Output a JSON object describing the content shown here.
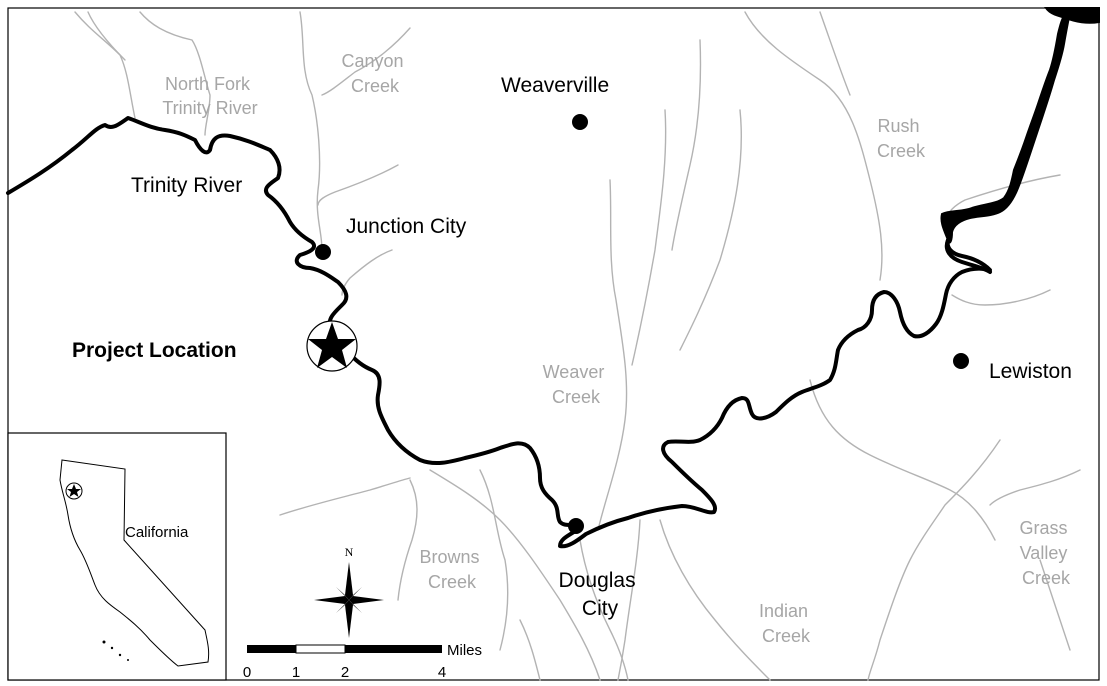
{
  "labels": {
    "project_location": "Project Location",
    "trinity_river": "Trinity River",
    "weaverville": "Weaverville",
    "junction_city": "Junction City",
    "lewiston": "Lewiston",
    "douglas_city": [
      "Douglas",
      "City"
    ],
    "north_fork": [
      "North Fork",
      "Trinity River"
    ],
    "canyon_creek": [
      "Canyon",
      "Creek"
    ],
    "rush_creek": [
      "Rush",
      "Creek"
    ],
    "weaver_creek": [
      "Weaver",
      "Creek"
    ],
    "browns_creek": [
      "Browns",
      "Creek"
    ],
    "indian_creek": [
      "Indian",
      "Creek"
    ],
    "grass_valley_creek": [
      "Grass",
      "Valley",
      "Creek"
    ]
  },
  "inset": {
    "label": "California"
  },
  "north_arrow": {
    "label": "N"
  },
  "scale_bar": {
    "unit": "Miles",
    "ticks": [
      "0",
      "1",
      "2",
      "4"
    ]
  },
  "colors": {
    "river": "#000000",
    "creek": "#b3b3b3",
    "creek_label": "#a6a6a6",
    "background": "#ffffff"
  },
  "icons": {
    "project_marker": "star-in-circle-icon",
    "town_marker": "filled-circle-icon",
    "north_arrow": "compass-rose-icon"
  }
}
